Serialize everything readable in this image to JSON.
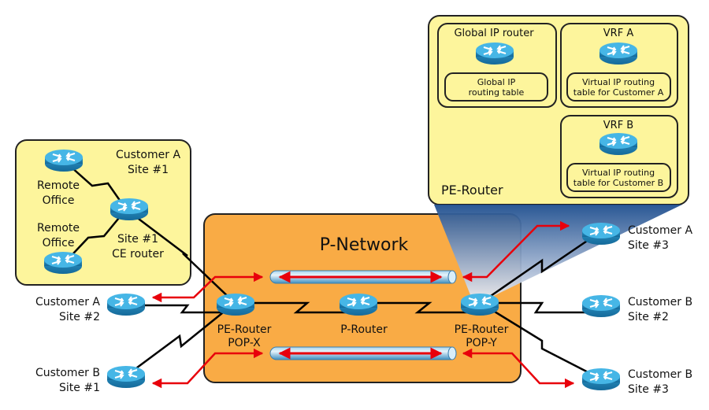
{
  "colors": {
    "yellow_box": "#fdf59c",
    "orange_box": "#f9ab45",
    "link": "#000000",
    "tunnel_arrow": "#e8000b",
    "router_top": "#3fb3e3",
    "router_side": "#1f7fb3"
  },
  "pe_router_detail": {
    "title": "PE-Router",
    "global": {
      "title": "Global IP router",
      "table": [
        "Global IP",
        "routing table"
      ]
    },
    "vrf_a": {
      "title": "VRF A",
      "table": [
        "Virtual IP routing",
        "table for Customer A"
      ]
    },
    "vrf_b": {
      "title": "VRF B",
      "table": [
        "Virtual IP routing",
        "table for Customer B"
      ]
    }
  },
  "customer_a_site1": {
    "title": [
      "Customer A",
      "Site #1"
    ],
    "remote1": [
      "Remote",
      "Office"
    ],
    "remote2": [
      "Remote",
      "Office"
    ],
    "ce": [
      "Site #1",
      "CE router"
    ]
  },
  "p_network": {
    "title": "P-Network",
    "pe_x": [
      "PE-Router",
      "POP-X"
    ],
    "p": "P-Router",
    "pe_y": [
      "PE-Router",
      "POP-Y"
    ]
  },
  "sites": {
    "a2": [
      "Customer A",
      "Site #2"
    ],
    "b1": [
      "Customer B",
      "Site #1"
    ],
    "a3": [
      "Customer A",
      "Site #3"
    ],
    "b2": [
      "Customer B",
      "Site #2"
    ],
    "b3": [
      "Customer B",
      "Site #3"
    ]
  }
}
